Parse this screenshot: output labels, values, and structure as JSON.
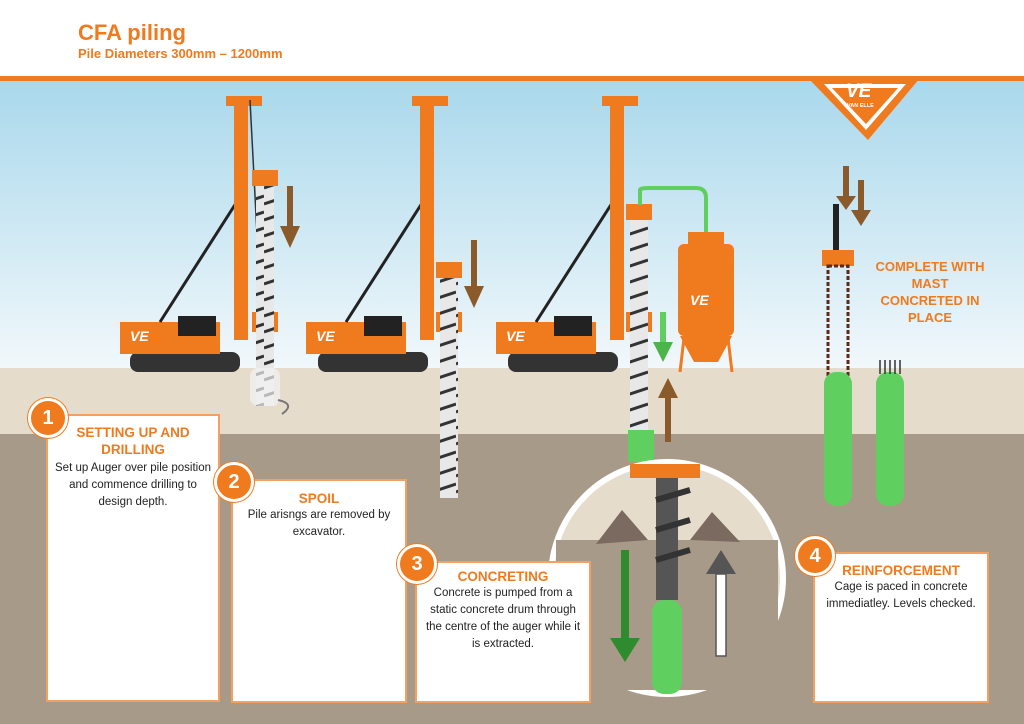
{
  "header": {
    "title": "CFA piling",
    "subtitle": "Pile Diameters 300mm – 1200mm"
  },
  "logo": {
    "mark": "VE",
    "wordmark": "VAN ELLE"
  },
  "rig_badge": "VE",
  "steps": [
    {
      "number": "1",
      "heading": "SETTING UP AND DRILLING",
      "text": "Set up Auger over pile position and commence drilling to design depth."
    },
    {
      "number": "2",
      "heading": "SPOIL",
      "text": "Pile arisngs are removed by excavator."
    },
    {
      "number": "3",
      "heading": "CONCRETING",
      "text": "Concrete is pumped from a static concrete drum through the centre of the auger while it is extracted."
    },
    {
      "number": "4",
      "heading": "REINFORCEMENT",
      "text": "Cage is paced in concrete immediatley. Levels checked."
    }
  ],
  "complete_label": "COMPLETE WITH MAST CONCRETED IN PLACE",
  "colors": {
    "brand_orange": "#f07a1e",
    "concrete_green": "#5fcf5f",
    "arrow_brown": "#8b5a2b",
    "sky": "#bfe3f2",
    "ground": "#a89a88",
    "surface": "#e6dccb"
  },
  "icons": [
    "piling-rig-icon",
    "concrete-drum-icon",
    "auger-icon",
    "down-arrow-icon",
    "up-arrow-icon",
    "reinforcement-cage-icon"
  ]
}
